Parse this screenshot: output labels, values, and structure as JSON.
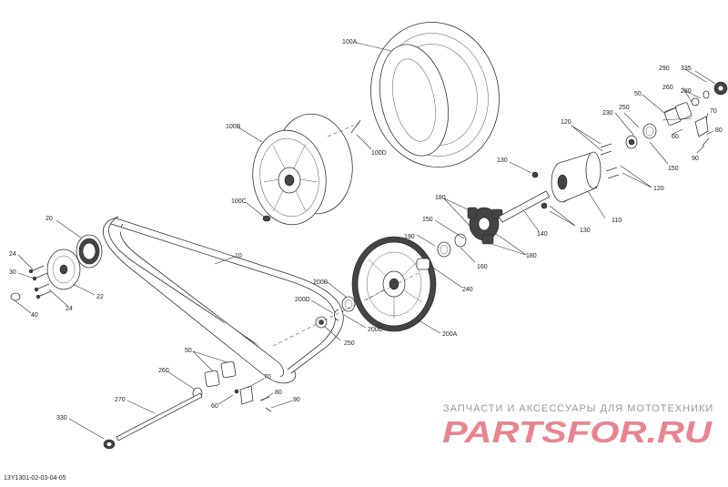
{
  "watermark": {
    "line1": "ЗАПЧАСТИ И АКСЕССУАРЫ ДЛЯ МОТОТЕХНИКИ",
    "logo_text": "PARTSFOR.RU",
    "color": "#e8848f"
  },
  "diagram_code": "13Y1301-02-03-04-05",
  "labels": {
    "l100A": "100A",
    "l100B": "100B",
    "l100C": "100C",
    "l100D": "100D",
    "l290": "290",
    "l335": "335",
    "l280": "280",
    "l260a": "260",
    "l50a": "50",
    "l70a": "70",
    "l250a": "250",
    "l230": "230",
    "l80a": "80",
    "l60a": "60",
    "l90a": "90",
    "l120a": "120",
    "l150a": "150",
    "l120b": "120",
    "l130a": "130",
    "l110": "110",
    "l130b": "130",
    "l140": "140",
    "l180a": "180",
    "l150b": "150",
    "l190": "190",
    "l160": "160",
    "l180b": "180",
    "l240": "240",
    "l20": "20",
    "l24a": "24",
    "l30": "30",
    "l24b": "24",
    "l22": "22",
    "l40": "40",
    "l10": "10",
    "l200B": "200B",
    "l200D": "200D",
    "l200C": "200C",
    "l250b": "250",
    "l200A": "200A",
    "l50b": "50",
    "l260b": "260",
    "l70b": "70",
    "l60b": "60",
    "l80b": "80",
    "l90b": "90",
    "l270": "270",
    "l330": "330"
  }
}
